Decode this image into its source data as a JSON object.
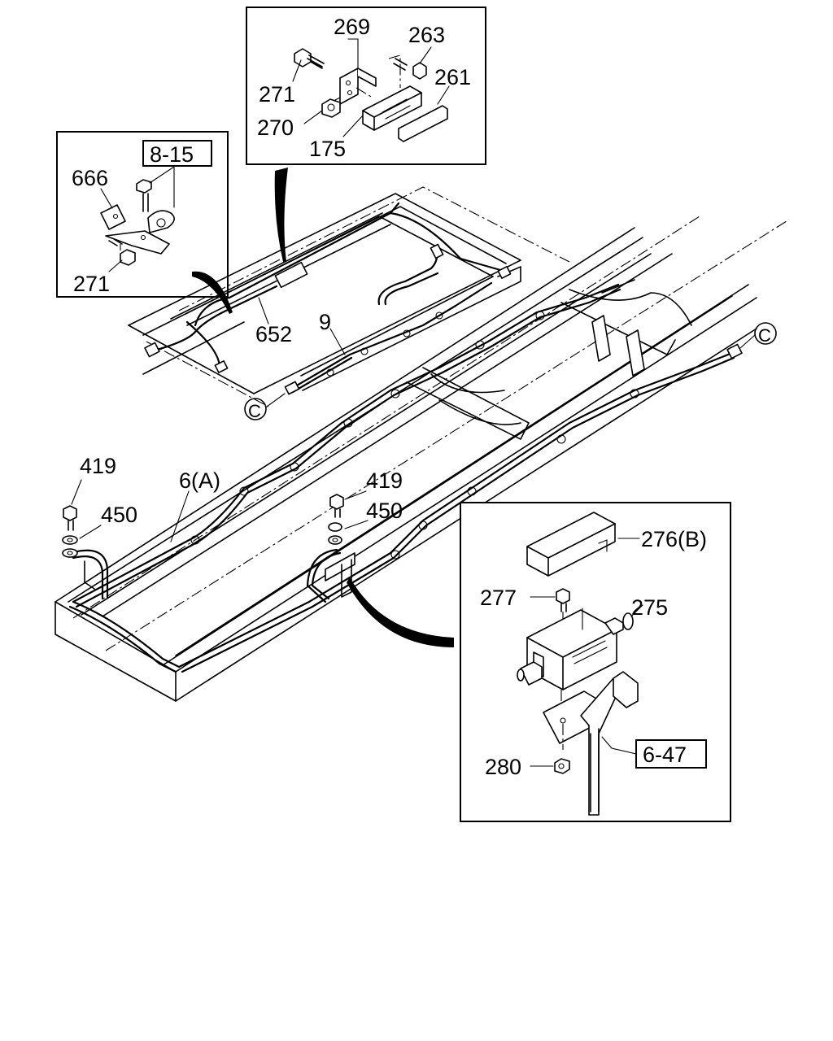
{
  "labels": {
    "l269": "269",
    "l263": "263",
    "l271a": "271",
    "l261": "261",
    "l270": "270",
    "l175": "175",
    "l815": "8-15",
    "l666": "666",
    "l271b": "271",
    "l652": "652",
    "l9": "9",
    "lc1": "C",
    "lc2": "C",
    "l419a": "419",
    "l6a": "6(A)",
    "l450a": "450",
    "l419b": "419",
    "l450b": "450",
    "l276b": "276(B)",
    "l277": "277",
    "l275": "275",
    "l280": "280",
    "l647": "6-47"
  }
}
